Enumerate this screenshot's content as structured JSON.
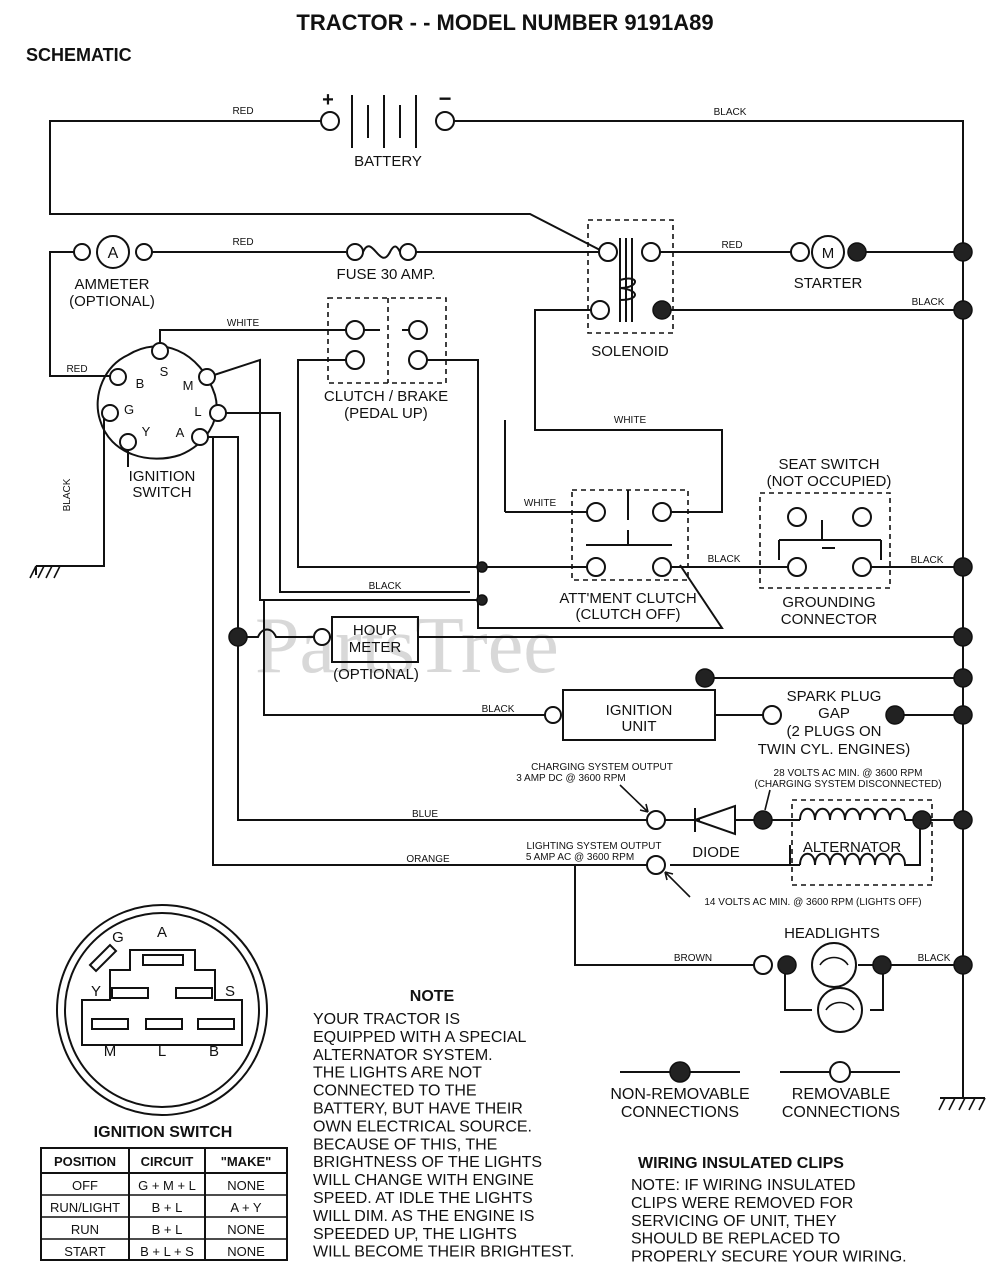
{
  "title": "TRACTOR - - MODEL NUMBER 9191A89",
  "subtitle": "SCHEMATIC",
  "watermark": "PartsTree",
  "components": {
    "battery": "BATTERY",
    "battery_plus": "+",
    "battery_minus": "−",
    "ammeter": "AMMETER",
    "ammeter_opt": "(OPTIONAL)",
    "ammeter_symbol": "A",
    "fuse": "FUSE 30 AMP.",
    "starter": "STARTER",
    "starter_symbol": "M",
    "solenoid": "SOLENOID",
    "clutch_brake": "CLUTCH / BRAKE",
    "clutch_brake_sub": "(PEDAL UP)",
    "ignition_switch": "IGNITION",
    "ignition_switch_sub": "SWITCH",
    "seat_switch": "SEAT SWITCH",
    "seat_switch_sub": "(NOT OCCUPIED)",
    "attment_clutch": "ATT'MENT CLUTCH",
    "attment_clutch_sub": "(CLUTCH OFF)",
    "grounding": "GROUNDING",
    "grounding_sub": "CONNECTOR",
    "hour_meter_1": "HOUR",
    "hour_meter_2": "METER",
    "hour_meter_opt": "(OPTIONAL)",
    "ignition_unit_1": "IGNITION",
    "ignition_unit_2": "UNIT",
    "spark_1": "SPARK PLUG",
    "spark_2": "GAP",
    "spark_3": "(2 PLUGS ON",
    "spark_4": "TWIN CYL. ENGINES)",
    "diode": "DIODE",
    "alternator": "ALTERNATOR",
    "headlights": "HEADLIGHTS"
  },
  "terminals": [
    "B",
    "S",
    "M",
    "G",
    "L",
    "Y",
    "A"
  ],
  "wires": {
    "red": "RED",
    "black": "BLACK",
    "white": "WHITE",
    "blue": "BLUE",
    "orange": "ORANGE",
    "brown": "BROWN"
  },
  "specs": {
    "charging_1": "CHARGING SYSTEM OUTPUT",
    "charging_2": "3 AMP DC @ 3600 RPM",
    "volts28_1": "28 VOLTS AC MIN. @ 3600 RPM",
    "volts28_2": "(CHARGING SYSTEM DISCONNECTED)",
    "lighting_1": "LIGHTING SYSTEM OUTPUT",
    "lighting_2": "5 AMP AC @ 3600 RPM",
    "volts14": "14 VOLTS AC MIN. @ 3600 RPM (LIGHTS OFF)"
  },
  "legend": {
    "nonremovable_1": "NON-REMOVABLE",
    "nonremovable_2": "CONNECTIONS",
    "removable_1": "REMOVABLE",
    "removable_2": "CONNECTIONS"
  },
  "note": {
    "heading": "NOTE",
    "lines": [
      "YOUR TRACTOR IS",
      "EQUIPPED WITH A SPECIAL",
      "ALTERNATOR SYSTEM.",
      "THE LIGHTS ARE NOT",
      "CONNECTED TO THE",
      "BATTERY, BUT HAVE THEIR",
      "OWN ELECTRICAL SOURCE.",
      "BECAUSE OF THIS, THE",
      "BRIGHTNESS OF THE LIGHTS",
      "WILL CHANGE WITH ENGINE",
      "SPEED.  AT IDLE THE LIGHTS",
      "WILL DIM.  AS THE ENGINE IS",
      "SPEEDED UP, THE LIGHTS",
      "WILL BECOME THEIR BRIGHTEST."
    ]
  },
  "clips": {
    "heading": "WIRING INSULATED CLIPS",
    "lines": [
      "NOTE: IF WIRING INSULATED",
      "CLIPS WERE REMOVED FOR",
      "SERVICING OF UNIT, THEY",
      "SHOULD BE REPLACED TO",
      "PROPERLY SECURE YOUR WIRING."
    ]
  },
  "ign_table": {
    "title": "IGNITION SWITCH",
    "headers": [
      "POSITION",
      "CIRCUIT",
      "\"MAKE\""
    ],
    "rows": [
      [
        "OFF",
        "G + M + L",
        "NONE"
      ],
      [
        "RUN/LIGHT",
        "B + L",
        "A + Y"
      ],
      [
        "RUN",
        "B + L",
        "NONE"
      ],
      [
        "START",
        "B + L + S",
        "NONE"
      ]
    ]
  },
  "switch_face_labels": [
    "G",
    "A",
    "Y",
    "S",
    "M",
    "L",
    "B"
  ]
}
